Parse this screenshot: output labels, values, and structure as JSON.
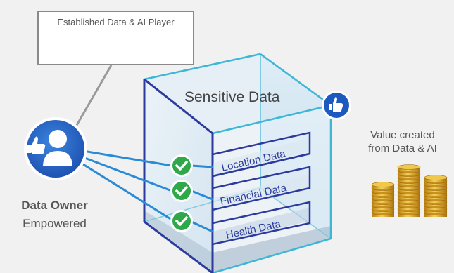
{
  "player_box": {
    "title": "Established Data & AI Player",
    "icons": [
      "google-icon",
      "apple-icon",
      "windows-icon",
      "facebook-icon"
    ]
  },
  "cube": {
    "title": "Sensitive Data",
    "layers": [
      {
        "label": "Location Data",
        "status": "checked"
      },
      {
        "label": "Financial Data",
        "status": "checked"
      },
      {
        "label": "Health Data",
        "status": "checked"
      }
    ]
  },
  "owner": {
    "name": "Data Owner",
    "status": "Empowered",
    "icon": "user-thumbs-up-icon"
  },
  "value": {
    "line1": "Value created",
    "line2": "from Data & AI",
    "icon": "coin-stacks-icon"
  },
  "colors": {
    "accent_blue": "#1f5fc7",
    "cube_edge": "#2c3a9e",
    "cube_edge_light": "#3db6d8",
    "check_green": "#2fa84a",
    "coin_gold": "#d9a417"
  }
}
